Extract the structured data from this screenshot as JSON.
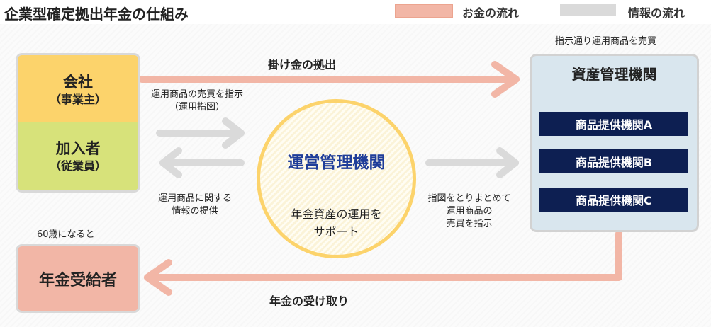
{
  "title": "企業型確定拠出年金の仕組み",
  "legend": {
    "money_label": "お金の流れ",
    "info_label": "情報の流れ",
    "money_color": "#f2b6a6",
    "info_color": "#dadada"
  },
  "company": {
    "name": "会社",
    "sub": "（事業主）"
  },
  "member": {
    "name": "加入者",
    "sub": "（従業員）"
  },
  "recipient": {
    "name": "年金受給者",
    "note": "60歳になると"
  },
  "admin": {
    "name": "運営管理機関",
    "desc_line1": "年金資産の運用を",
    "desc_line2": "サポート"
  },
  "custody": {
    "name": "資産管理機関",
    "note": "指示通り運用商品を売買",
    "providers": [
      "商品提供機関A",
      "商品提供機関B",
      "商品提供機関C"
    ]
  },
  "flows": {
    "contribution": "掛け金の拠出",
    "receipt": "年金の受け取り",
    "instruct_line1": "運用商品の売買を指示",
    "instruct_line2": "（運用指図）",
    "info_line1": "運用商品に関する",
    "info_line2": "情報の提供",
    "aggregate_line1": "指図をとりまとめて",
    "aggregate_line2": "運用商品の",
    "aggregate_line3": "売買を指示"
  }
}
